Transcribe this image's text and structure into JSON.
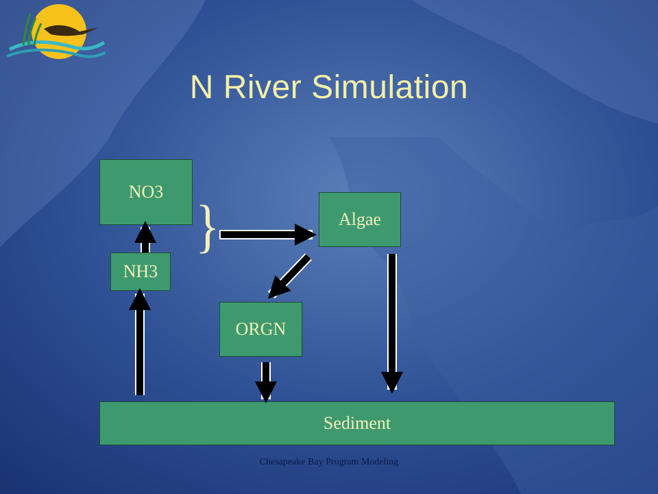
{
  "title": "N River Simulation",
  "nodes": {
    "no3": "NO3",
    "nh3": "NH3",
    "algae": "Algae",
    "orgn": "ORGN",
    "sediment": "Sediment"
  },
  "brace": "}",
  "footer": "Chesapeake Bay Program Modeling",
  "colors": {
    "box_fill": "#3e9a6e",
    "box_text": "#f3f0bc",
    "title": "#f4f0a6",
    "footer_text": "#0b1744",
    "background": "#2a4a8c"
  },
  "icons": [
    "sun-heron-logo-icon"
  ]
}
